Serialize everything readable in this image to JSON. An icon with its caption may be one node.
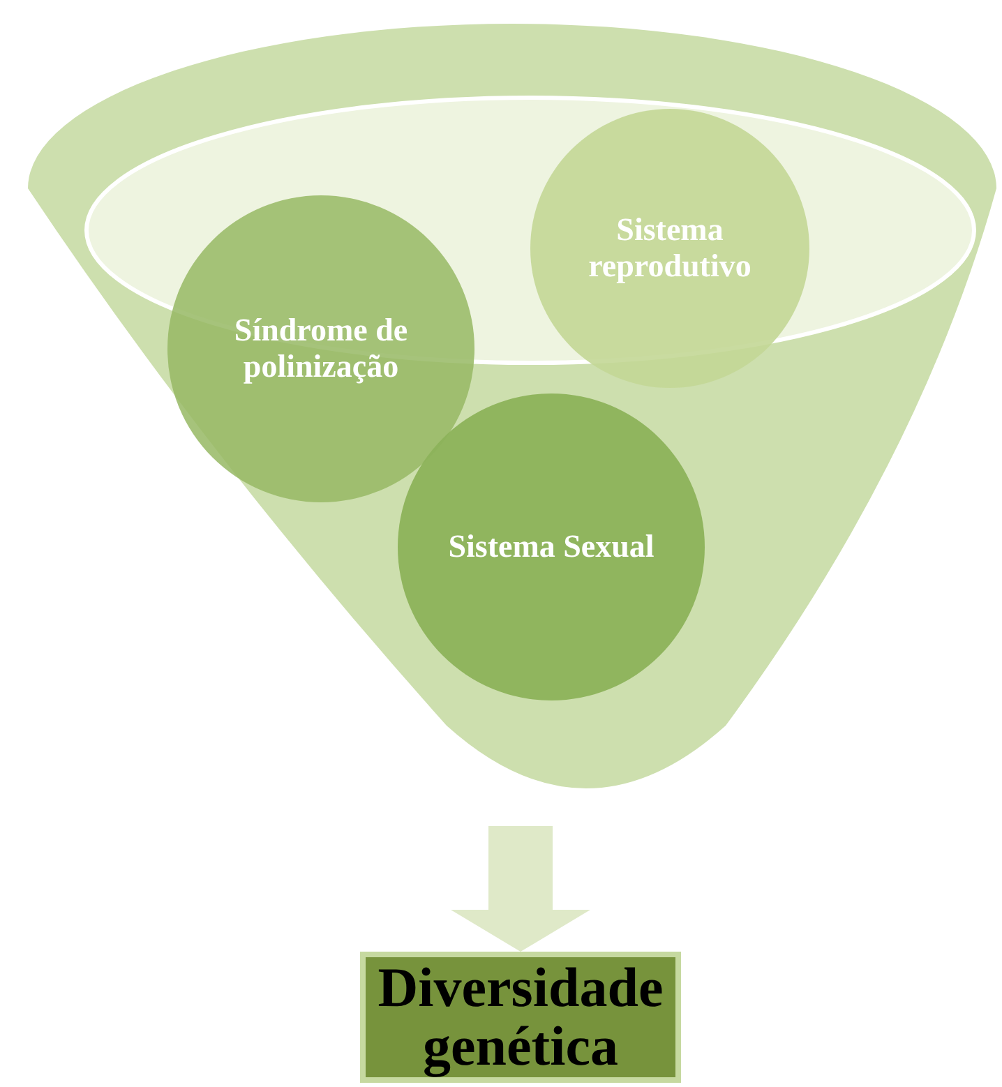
{
  "diagram": {
    "nodes": [
      {
        "text": [],
        "shape": "funnel"
      },
      {
        "text": [
          "Síndrome de polinização"
        ],
        "in": 0
      },
      {
        "text": [
          "Sistema reprodutivo"
        ],
        "in": 0
      },
      {
        "text": [
          "Sistema Sexual"
        ],
        "in": 0
      },
      {
        "text": [
          "Diversidade genética"
        ]
      }
    ],
    "edges": [
      {
        "from": 0,
        "to": 4,
        "arrow": "to"
      }
    ]
  }
}
